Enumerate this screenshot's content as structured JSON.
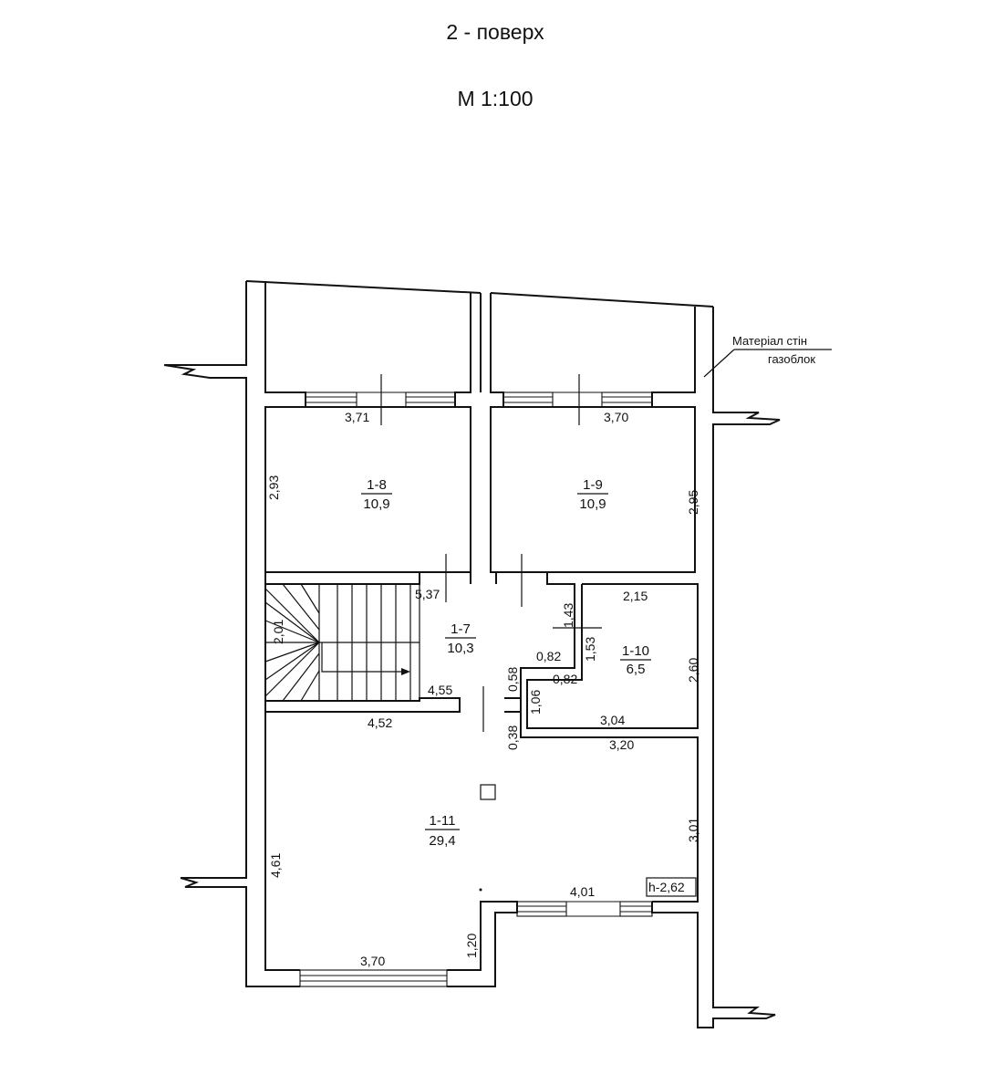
{
  "header": {
    "floor": "2 - поверх",
    "scale": "М 1:100"
  },
  "wall_note": {
    "line1": "Матеріал стін",
    "line2": "газоблок"
  },
  "rooms": [
    {
      "id": "1-8",
      "area": "10,9"
    },
    {
      "id": "1-9",
      "area": "10,9"
    },
    {
      "id": "1-7",
      "area": "10,3"
    },
    {
      "id": "1-10",
      "area": "6,5"
    },
    {
      "id": "1-11",
      "area": "29,4"
    }
  ],
  "height_label": "h-2,62",
  "dimensions": {
    "r18_top": "3,71",
    "r18_left": "2,93",
    "r19_top": "3,70",
    "r19_right": "2,95",
    "r17_top": "5,37",
    "r17_left": "2,01",
    "r17_bottom": "4,55",
    "r17_step": "0,58",
    "r110_top": "2,15",
    "r110_right": "2,60",
    "r110_bottom": "3,04",
    "r110_corr_a": "1,43",
    "r110_corr_b": "1,53",
    "r110_corr_c": "0,82",
    "r110_corr_d": "0,82",
    "r110_corr_e": "1,06",
    "r111_top_left": "4,52",
    "r111_top_right": "3,20",
    "r111_step": "0,38",
    "r111_right": "3,01",
    "r111_left": "4,61",
    "r111_window": "4,01",
    "r111_notch": "1,20",
    "r111_bottom": "3,70"
  }
}
